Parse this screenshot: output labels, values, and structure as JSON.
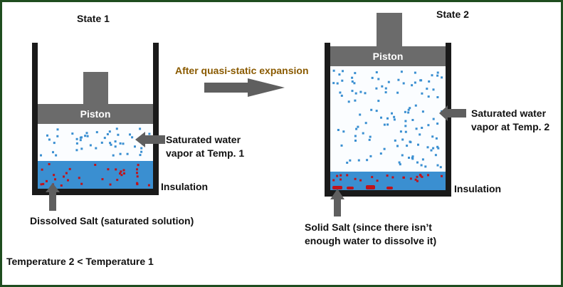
{
  "state1": {
    "title": "State 1",
    "piston_label": "Piston",
    "vapor_label_line1": "Saturated water",
    "vapor_label_line2": "vapor at Temp. 1",
    "insulation_label": "Insulation",
    "salt_label": "Dissolved Salt (saturated solution)"
  },
  "transition": {
    "label": "After quasi-static expansion"
  },
  "state2": {
    "title": "State 2",
    "piston_label": "Piston",
    "vapor_label_line1": "Saturated water",
    "vapor_label_line2": "vapor at Temp. 2",
    "insulation_label": "Insulation",
    "salt_label_line1": "Solid Salt (since there isn’t",
    "salt_label_line2": "enough water to dissolve it)"
  },
  "footer": {
    "comparison": "Temperature 2 < Temperature 1"
  },
  "colors": {
    "frame": "#1f4d1f",
    "container": "#1a1a1a",
    "piston": "#6b6b6b",
    "piston_text": "#ffffff",
    "water": "#3a8fd1",
    "vapor_dot": "#3a8fd1",
    "salt": "#c0131a",
    "arrow": "#5f5f5f",
    "transition_text": "#8a5a00"
  }
}
